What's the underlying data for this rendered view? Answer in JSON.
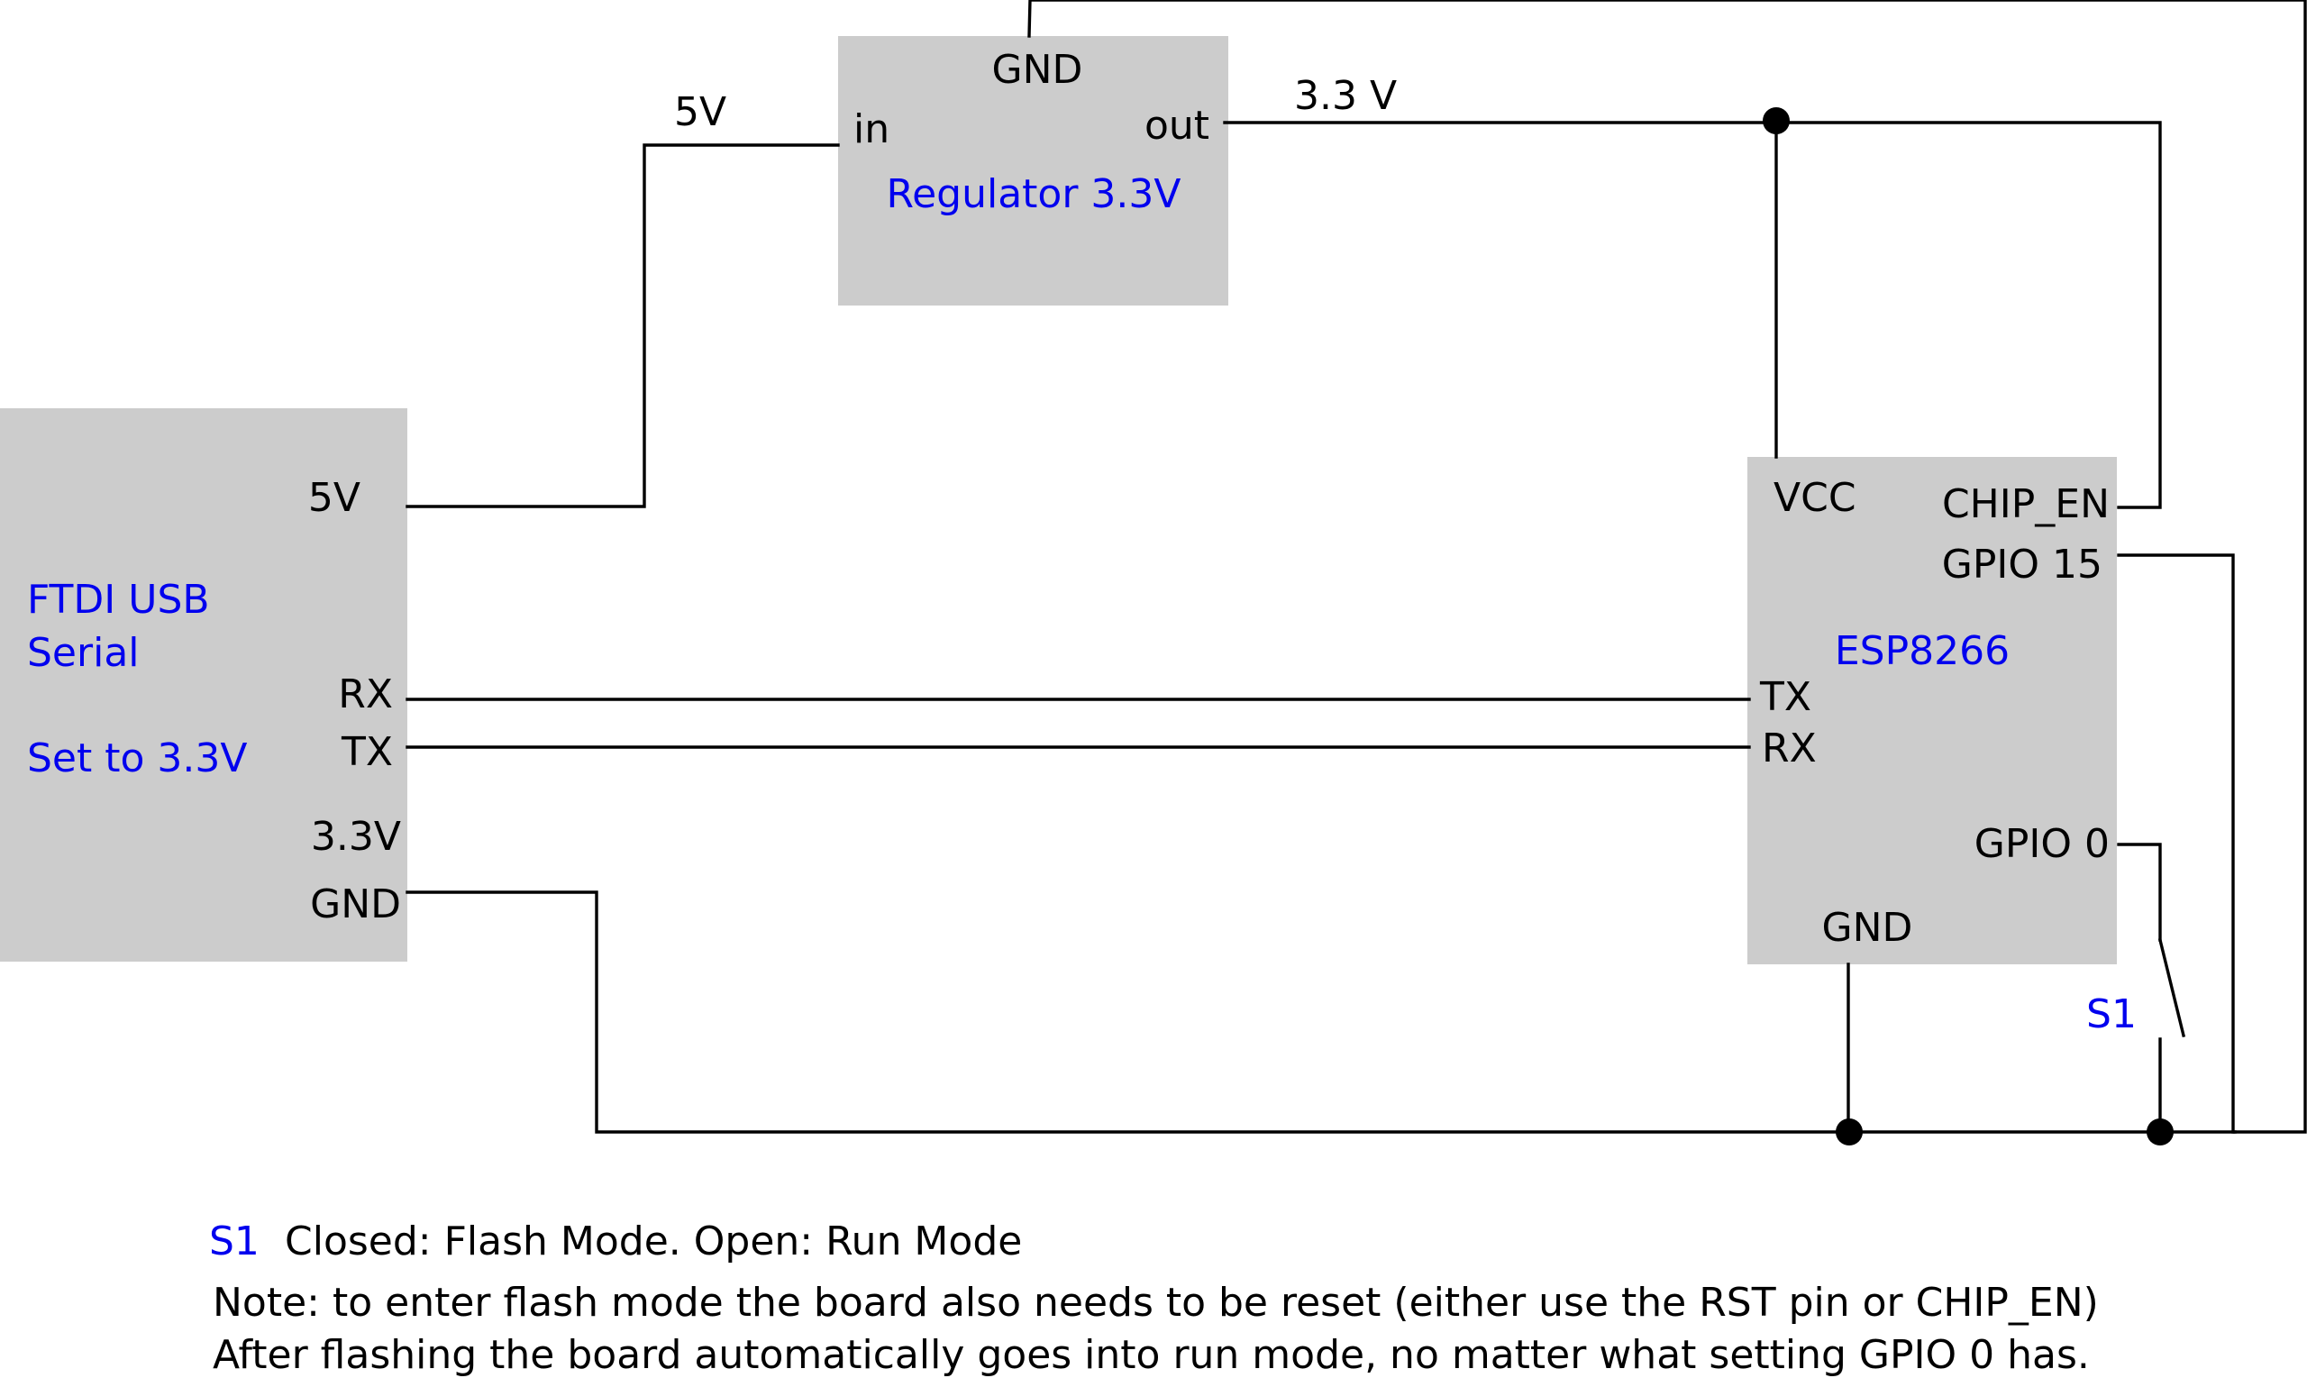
{
  "colors": {
    "wire": "#000000",
    "component": "#cccccc",
    "component_label": "#0000ee",
    "background": "#ffffff"
  },
  "regulator": {
    "name": "Regulator 3.3V",
    "pin_gnd": "GND",
    "pin_in": "in",
    "pin_out": "out"
  },
  "ftdi": {
    "name_line1": "FTDI USB",
    "name_line2": "Serial",
    "setting": "Set to 3.3V",
    "pin_5v": "5V",
    "pin_rx": "RX",
    "pin_tx": "TX",
    "pin_3v3": "3.3V",
    "pin_gnd": "GND"
  },
  "esp": {
    "name": "ESP8266",
    "pin_vcc": "VCC",
    "pin_chip_en": "CHIP_EN",
    "pin_gpio15": "GPIO 15",
    "pin_tx": "TX",
    "pin_rx": "RX",
    "pin_gpio0": "GPIO 0",
    "pin_gnd": "GND"
  },
  "nets": {
    "label_5v": "5V",
    "label_3v3": "3.3 V"
  },
  "switch": {
    "name": "S1"
  },
  "notes": {
    "legend_key": "S1",
    "legend_text": "Closed: Flash Mode. Open: Run Mode",
    "line1": "Note: to enter flash mode the board also needs to be reset (either use the RST pin or CHIP_EN)",
    "line2": "After flashing the board automatically goes into run mode, no matter what setting GPIO 0 has."
  }
}
